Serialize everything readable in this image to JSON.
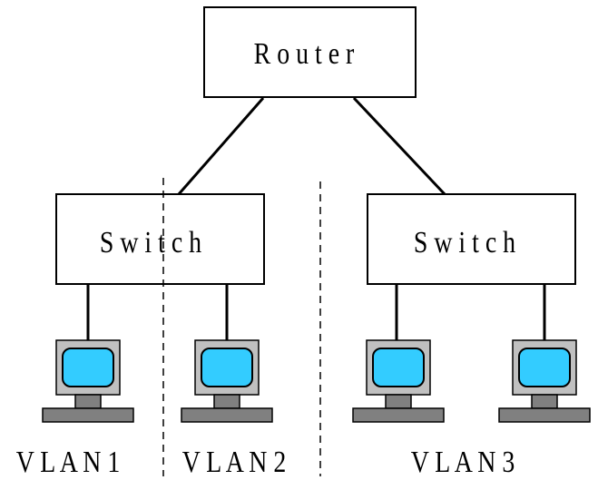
{
  "router": {
    "label": "R o u t e r"
  },
  "switches": [
    {
      "label": "S w i t c h"
    },
    {
      "label": "S w i t c h"
    }
  ],
  "vlans": [
    {
      "label": "V L A N 1"
    },
    {
      "label": "V L A N 2"
    },
    {
      "label": "V L A N 3"
    }
  ],
  "colors": {
    "screen": "#33ccff",
    "monitor": "#c0c0c0",
    "base": "#808080",
    "line": "#000000"
  },
  "icons": {
    "computer": "computer-icon"
  }
}
